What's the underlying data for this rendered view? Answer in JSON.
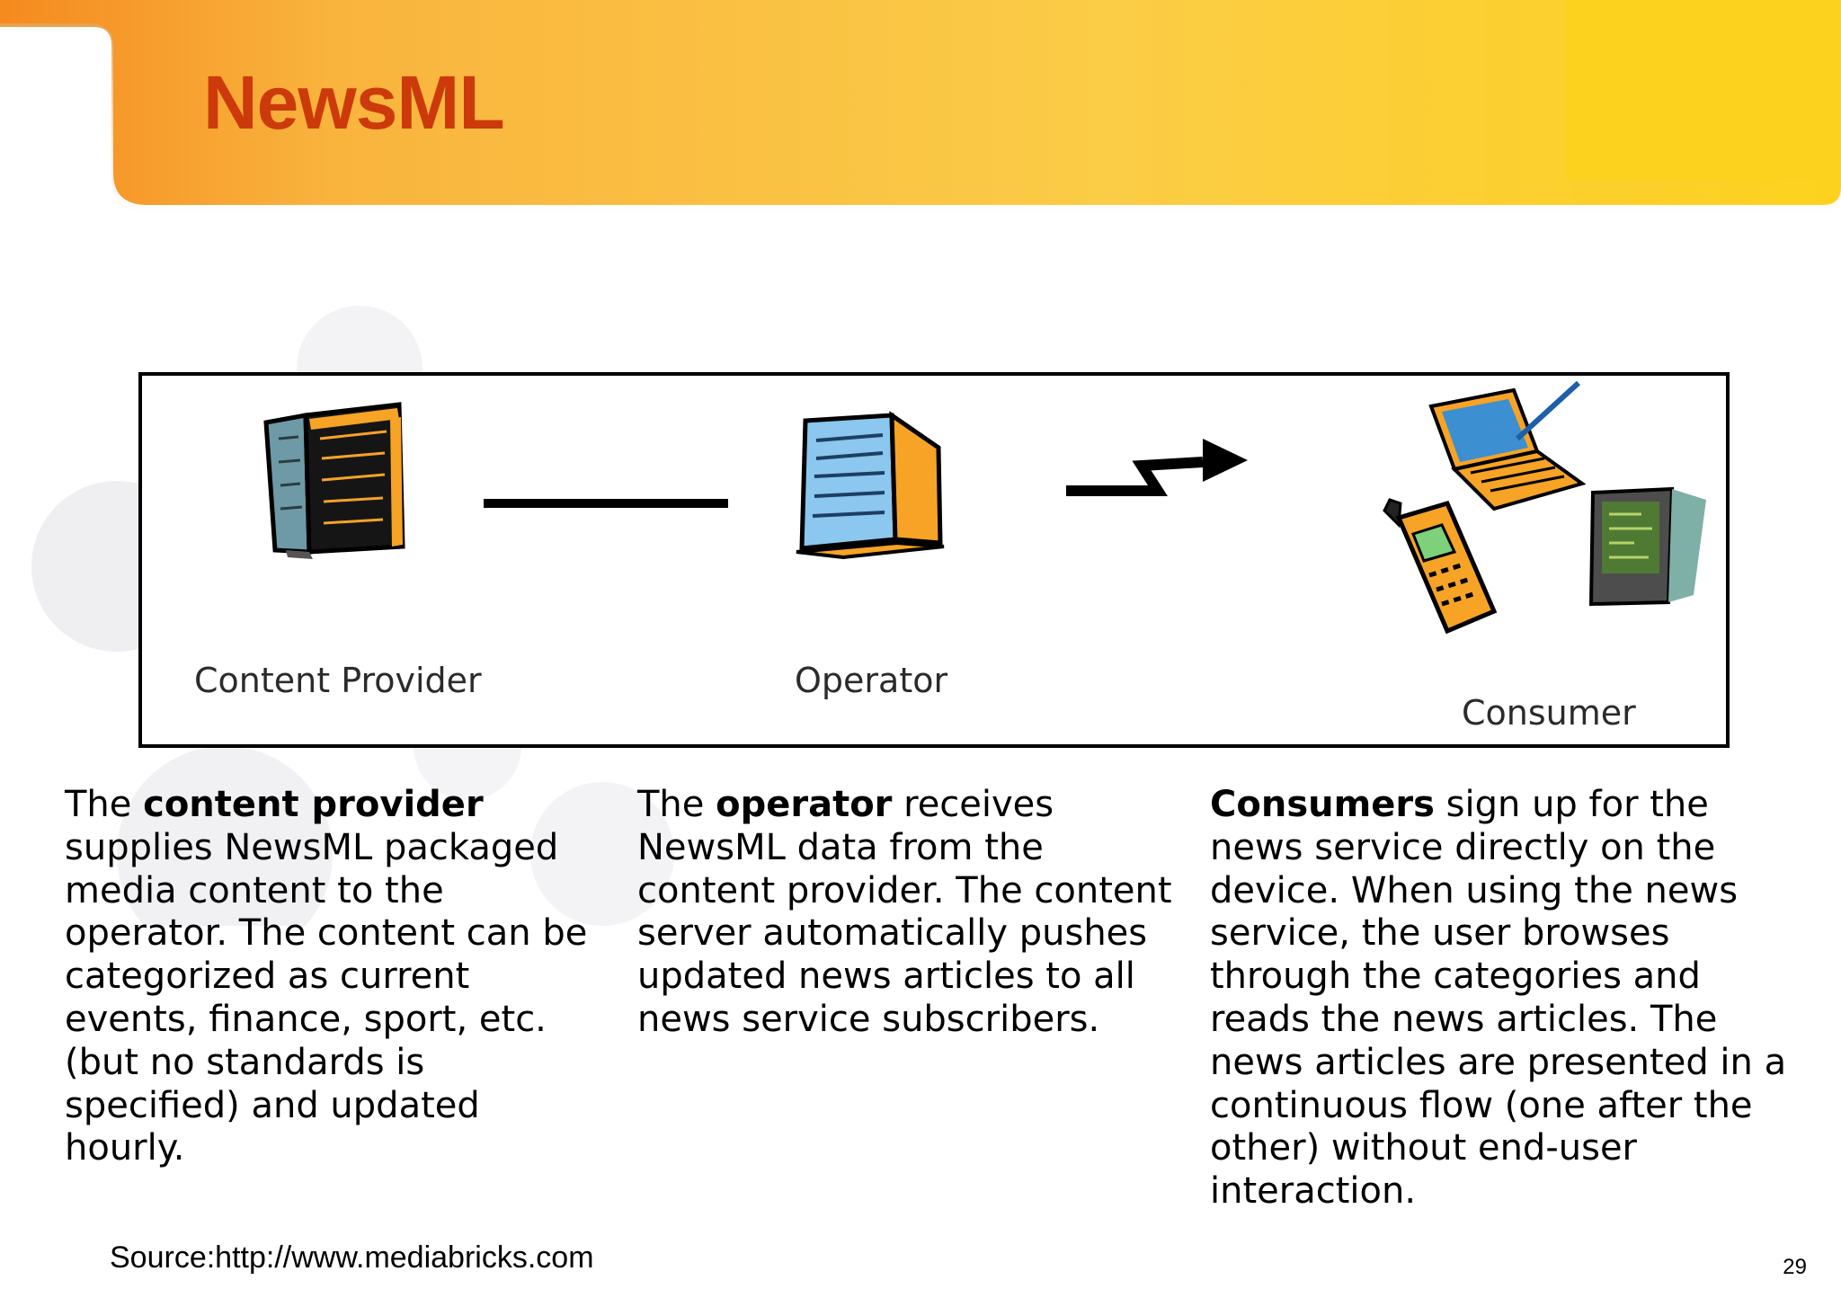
{
  "slide": {
    "title": "NewsML",
    "page_number": "29",
    "source": "Source:http://www.mediabricks.com"
  },
  "diagram": {
    "nodes": [
      {
        "label": "Content Provider",
        "icon": "building-icon"
      },
      {
        "label": "Operator",
        "icon": "server-icon"
      },
      {
        "label": "Consumer",
        "icon": "devices-icon"
      }
    ],
    "connectors": [
      "line",
      "lightning-arrow"
    ]
  },
  "columns": [
    {
      "pre": "The ",
      "bold": "content provider",
      "post": " supplies NewsML packaged media content to the operator. The content can be categorized as current events, finance, sport, etc. (but no standards is specified) and updated hourly."
    },
    {
      "pre": "The ",
      "bold": "operator",
      "post": " receives NewsML data from the content provider. The content server automatically pushes updated news articles to all news service subscribers."
    },
    {
      "pre": "",
      "bold": "Consumers",
      "post": " sign up for the news service directly on the device. When using the news service, the user browses through the categories and reads the news articles. The news articles are presented in a continuous flow (one after the other) without end-user interaction."
    }
  ],
  "colors": {
    "title": "#cc3a0b",
    "banner_orange": "#f58a1f",
    "banner_yellow": "#fdd21e"
  }
}
